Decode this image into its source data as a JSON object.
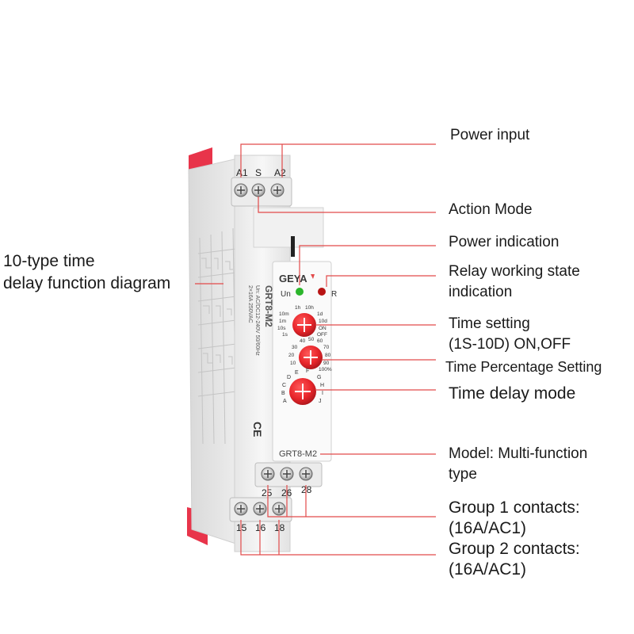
{
  "callouts": {
    "power_input": "Power input",
    "action_mode": "Action Mode",
    "power_indication": "Power indication",
    "relay_state_line1": "Relay working state",
    "relay_state_line2": "indication",
    "time_setting_line1": "Time setting",
    "time_setting_line2": "(1S-10D) ON,OFF",
    "time_percentage": "Time Percentage Setting",
    "time_delay_mode": "Time delay mode",
    "model_line1": "Model: Multi-function",
    "model_line2": "type",
    "group1_line1": "Group 1 contacts:",
    "group1_line2": "(16A/AC1)",
    "group2_line1": "Group 2 contacts:",
    "group2_line2": "(16A/AC1)",
    "diagram_line1": "10-type time",
    "diagram_line2": "delay function diagram"
  },
  "device": {
    "brand": "GEYA",
    "model": "GRT8-M2",
    "side_model": "GRT8-M2",
    "side_rating_1": "Un: AC/DC12-240V 50/60Hz",
    "side_rating_2": "2×16A 250VAC",
    "led_un_label": "Un",
    "led_r_label": "R",
    "ce_mark": "CE",
    "terminals_top": [
      "A1",
      "S",
      "A2"
    ],
    "terminals_mid": [
      "25",
      "26",
      "28"
    ],
    "terminals_bottom": [
      "15",
      "16",
      "18"
    ],
    "dial_time_labels": [
      "1h",
      "10h",
      "10m",
      "1d",
      "1m",
      "10d",
      "10s",
      "ON",
      "1s",
      "OFF"
    ],
    "dial_percent_labels": [
      "40",
      "50",
      "60",
      "30",
      "70",
      "20",
      "80",
      "10",
      "90",
      "100%"
    ],
    "dial_mode_labels": [
      "E",
      "F",
      "D",
      "G",
      "C",
      "H",
      "B",
      "I",
      "A",
      "J"
    ]
  },
  "colors": {
    "leader_line": "#e24a4a",
    "knob": "#e8262b",
    "led_green": "#2bb52b",
    "led_red": "#b81414",
    "din_clip": "#e8344a",
    "body": "#f3f3f3"
  }
}
